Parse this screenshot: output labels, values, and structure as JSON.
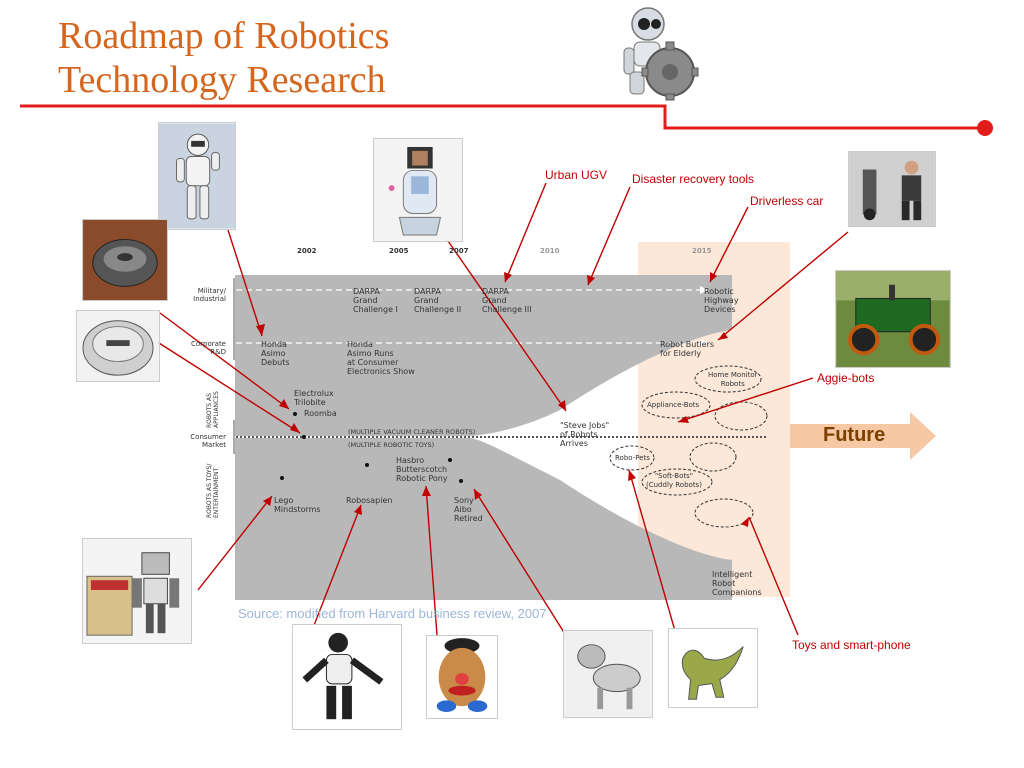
{
  "title": {
    "line1": "Roadmap of Robotics",
    "line2": "Technology Research"
  },
  "colors": {
    "title": "#d4661f",
    "rule": "#e31b1b",
    "arrow": "#c00000",
    "future_region": "#fbe8d8",
    "timeline_gray": "#b8b8b8"
  },
  "years": [
    "2002",
    "2005",
    "2007",
    "2010",
    "2015"
  ],
  "rows": {
    "military": "Military/\nIndustrial",
    "corporate": "Corporate\nR&D",
    "consumer": "Consumer\nMarket",
    "appliances": "ROBOTS AS\nAPPLIANCES",
    "toys": "ROBOTS AS TOYS/\nENTERTAINMENT"
  },
  "timeline_items": {
    "darpa1": "DARPA\nGrand\nChallenge I",
    "darpa2": "DARPA\nGrand\nChallenge II",
    "darpa3": "DARPA\nGrand\nChallenge III",
    "highway": "Robotic\nHighway\nDevices",
    "honda": "Honda\nAsimo\nDebuts",
    "honda_runs": "Honda\nAsimo Runs\nat Consumer\nElectronics Show",
    "butlers": "Robot Butlers\nfor Elderly",
    "trilobite": "Electrolux\nTrilobite",
    "roomba": "Roomba",
    "vacuum": "(MULTIPLE VACUUM CLEANER ROBOTS)",
    "robotic_toys": "(MULTIPLE ROBOTIC TOYS)",
    "steve": "\"Steve Jobs\"\nof Robots\nArrives",
    "hasbro": "Hasbro\nButterscotch\nRobotic Pony",
    "aibo": "Sony\nAibo\nRetired",
    "lego": "Lego\nMindstorms",
    "robosapien": "Robosapien",
    "home_monitor": "Home Monitor\nRobots",
    "appliance_bots": "Appliance-Bots",
    "robo_pets": "Robo-Pets",
    "soft_bots": "\"Soft-Bots\"\n(Cuddly Robots)",
    "companions": "Intelligent\nRobot\nCompanions"
  },
  "annotations": {
    "urban_ugv": "Urban UGV",
    "disaster": "Disaster recovery tools",
    "driverless": "Driverless car",
    "aggie": "Aggie-bots",
    "toys_phone": "Toys and smart-phone",
    "future": "Future"
  },
  "source": "Source: modified from Harvard business review, 2007",
  "icons": {
    "logo": "robot-with-gear-icon"
  }
}
